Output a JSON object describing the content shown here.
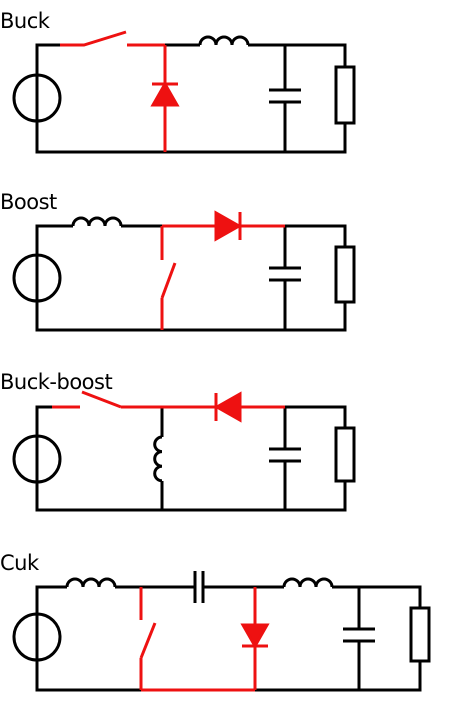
{
  "circuits": {
    "buck": {
      "title": "Buck"
    },
    "boost": {
      "title": "Boost"
    },
    "buckboost": {
      "title": "Buck-boost"
    },
    "cuk": {
      "title": "Cuk"
    }
  },
  "colors": {
    "wire": "#000000",
    "highlight": "#ee1111",
    "background": "#ffffff"
  }
}
